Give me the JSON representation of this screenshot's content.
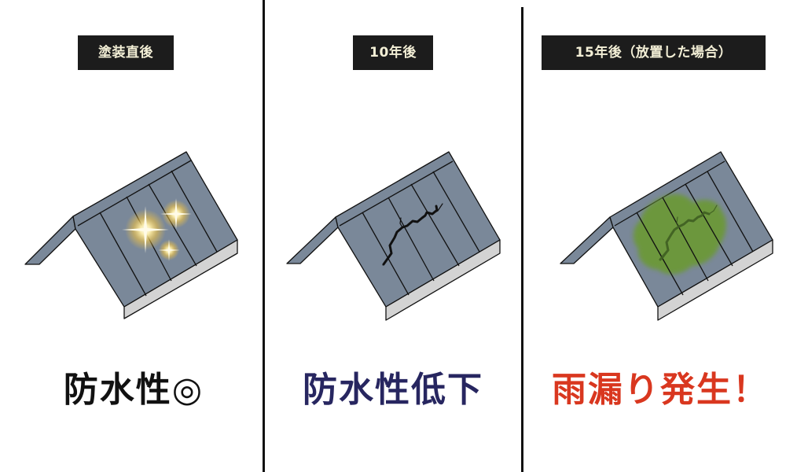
{
  "colors": {
    "label_bg": "#1c1c1c",
    "label_text": "#f3efd6",
    "roof": "#7a8899",
    "fascia": "#d3d3d3",
    "outline": "#111111",
    "sparkle": "#f5c542",
    "moss": "#6a9a2e",
    "caption_good": "#111111",
    "caption_mid": "#272660",
    "caption_bad": "#d9371f"
  },
  "panels": [
    {
      "label": "塗装直後",
      "condition": "sparkles",
      "caption": "防水性◎"
    },
    {
      "label": "10年後",
      "condition": "crack",
      "caption": "防水性低下"
    },
    {
      "label": "15年後（放置した場合）",
      "condition": "crack-with-moss",
      "caption": "雨漏り発生！"
    }
  ]
}
